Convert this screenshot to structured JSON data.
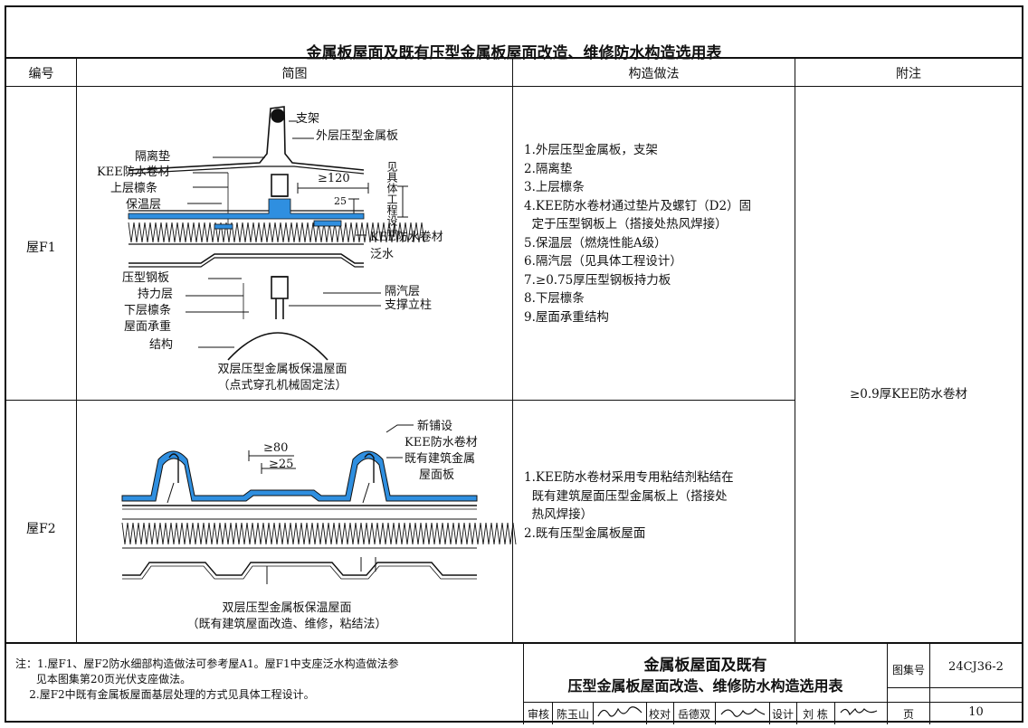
{
  "table": {
    "title": "金属板屋面及既有压型金属板屋面改造、维修防水构造选用表",
    "headers": [
      "编号",
      "简图",
      "构造做法",
      "附注"
    ],
    "shared_note": "≥0.9厚KEE防水卷材",
    "rows": [
      {
        "id": "屋F1",
        "method": "1.外层压型金属板，支架\n2.隔离垫\n3.上层檩条\n4.KEE防水卷材通过垫片及螺钉（D2）固\n  定于压型钢板上（搭接处热风焊接）\n5.保温层（燃烧性能A级）\n6.隔汽层（见具体工程设计）\n7.≥0.75厚压型钢板持力板\n8.下层檩条\n9.屋面承重结构",
        "caption": [
          "双层压型金属板保温屋面",
          "（点式穿孔机械固定法）"
        ],
        "labels": {
          "bracket": "支架",
          "outer_panel": "外层压型金属板",
          "isolation_pad": "隔离垫",
          "kee_membrane": "KEE防水卷材",
          "upper_purlin": "上层檩条",
          "insulation": "保温层",
          "dim_120": "≥120",
          "dim_25": "25",
          "see_design": "见具体工程设计",
          "kee_flashing_1": "KEE防水卷材",
          "kee_flashing_2": "泛水",
          "steel_deck_1": "压型钢板",
          "steel_deck_2": "持力层",
          "lower_purlin": "下层檩条",
          "structure_1": "屋面承重",
          "structure_2": "结构",
          "vapor_barrier": "隔汽层",
          "support_post": "支撑立柱"
        }
      },
      {
        "id": "屋F2",
        "method": "1.KEE防水卷材采用专用粘结剂粘结在\n  既有建筑屋面压型金属板上（搭接处\n  热风焊接）\n2.既有压型金属板屋面",
        "caption": [
          "双层压型金属板保温屋面",
          "（既有建筑屋面改造、维修，粘结法）"
        ],
        "labels": {
          "new_1": "新铺设",
          "new_2": "KEE防水卷材",
          "existing_1": "既有建筑金属",
          "existing_2": "屋面板",
          "dim_80": "≥80",
          "dim_25": "≥25"
        }
      }
    ]
  },
  "footnote": "注：1.屋F1、屋F2防水细部构造做法可参考屋A1。屋F1中支座泛水构造做法参\n      见本图集第20页光伏支座做法。\n    2.屋F2中既有金属板屋面基层处理的方式见具体工程设计。",
  "title_block": {
    "title_line1": "金属板屋面及既有",
    "title_line2": "压型金属板屋面改造、维修防水构造选用表",
    "atlas_label": "图集号",
    "atlas_no": "24CJ36-2",
    "page_label": "页",
    "page_no": "10",
    "review_label": "审核",
    "review_name": "陈玉山",
    "check_label": "校对",
    "check_name": "岳德双",
    "design_label": "设计",
    "design_name": "刘 栋"
  },
  "colors": {
    "membrane": "#2f8fe0",
    "line": "#111111"
  }
}
